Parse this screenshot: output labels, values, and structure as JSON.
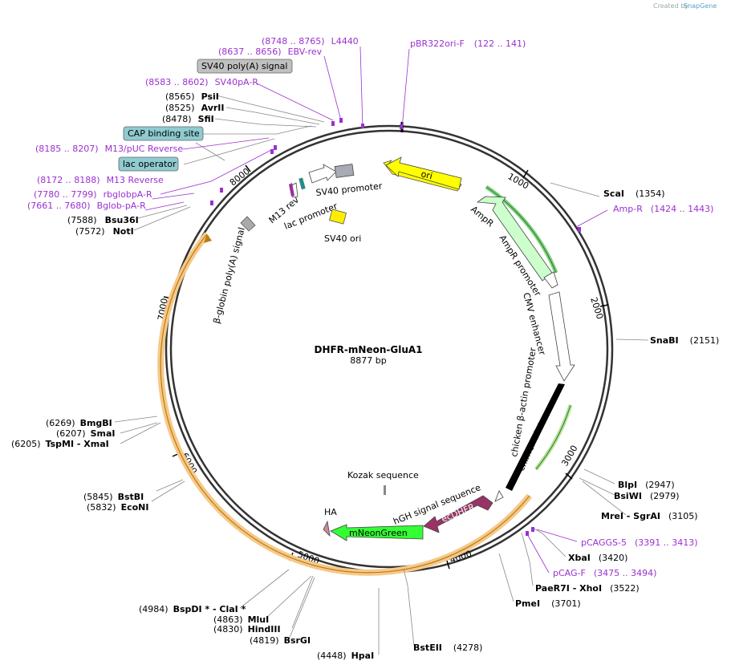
{
  "header": {
    "created_by": "Created by",
    "brand": "SnapGene"
  },
  "plasmid": {
    "name": "DHFR-mNeon-GluA1",
    "size": "8877 bp"
  },
  "scale_ticks": [
    "1000",
    "2000",
    "3000",
    "4000",
    "5000",
    "6000",
    "7000",
    "8000"
  ],
  "features": [
    {
      "name": "ori",
      "color": "#ffff00"
    },
    {
      "name": "AmpR",
      "color": "#ccffcc"
    },
    {
      "name": "AmpR promoter",
      "color": "#ffffff"
    },
    {
      "name": "CMV enhancer",
      "color": "#ffffff"
    },
    {
      "name": "chicken β-actin promoter",
      "color": "#000000"
    },
    {
      "name": "chimeric intron",
      "color": "#ffffff"
    },
    {
      "name": "hGH signal sequence",
      "color": "#ffffff"
    },
    {
      "name": "ecDHFR",
      "color": "#993366"
    },
    {
      "name": "mNeonGreen",
      "color": "#33ff33"
    },
    {
      "name": "HA",
      "color": "#cc8899"
    },
    {
      "name": "Kozak sequence",
      "color": "#888888"
    },
    {
      "name": "β-globin poly(A) signal",
      "color": "#aaaaaa"
    },
    {
      "name": "lac promoter",
      "color": "#ffffff"
    },
    {
      "name": "M13 rev",
      "color": "#993399"
    },
    {
      "name": "SV40 promoter",
      "color": "#ffffff"
    },
    {
      "name": "SV40 ori",
      "color": "#ffee00"
    }
  ],
  "boxed_labels": [
    {
      "text": "SV40 poly(A) signal",
      "color": "#c0c0c0"
    },
    {
      "text": "CAP binding site",
      "color": "#8fcbd0"
    },
    {
      "text": "lac operator",
      "color": "#8fcbd0"
    }
  ],
  "sites": [
    {
      "pos": "(8565)",
      "name": "PsiI"
    },
    {
      "pos": "(8525)",
      "name": "AvrII"
    },
    {
      "pos": "(8478)",
      "name": "SfiI"
    },
    {
      "pos": "(7588)",
      "name": "Bsu36I"
    },
    {
      "pos": "(7572)",
      "name": "NotI"
    },
    {
      "pos": "(1354)",
      "name": "ScaI"
    },
    {
      "pos": "(2151)",
      "name": "SnaBI"
    },
    {
      "pos": "(2947)",
      "name": "BlpI"
    },
    {
      "pos": "(2979)",
      "name": "BsiWI"
    },
    {
      "pos": "(3105)",
      "name": "MreI  - SgrAI"
    },
    {
      "pos": "(3420)",
      "name": "XbaI"
    },
    {
      "pos": "(3522)",
      "name": "PaeR7I  - XhoI"
    },
    {
      "pos": "(3701)",
      "name": "PmeI"
    },
    {
      "pos": "(4278)",
      "name": "BstEII"
    },
    {
      "pos": "(4448)",
      "name": "HpaI"
    },
    {
      "pos": "(4819)",
      "name": "BsrGI"
    },
    {
      "pos": "(4830)",
      "name": "HindIII"
    },
    {
      "pos": "(4863)",
      "name": "MluI"
    },
    {
      "pos": "(4984)",
      "name": "BspDI *  - ClaI *"
    },
    {
      "pos": "(5832)",
      "name": "EcoNI"
    },
    {
      "pos": "(5845)",
      "name": "BstBI"
    },
    {
      "pos": "(6205)",
      "name": "TspMI  - XmaI"
    },
    {
      "pos": "(6207)",
      "name": "SmaI"
    },
    {
      "pos": "(6269)",
      "name": "BmgBI"
    }
  ],
  "primers": [
    {
      "range": "(8748 .. 8765)",
      "name": "L4440"
    },
    {
      "range": "(8637 .. 8656)",
      "name": "EBV-rev"
    },
    {
      "range": "(8583 .. 8602)",
      "name": "SV40pA-R"
    },
    {
      "range": "(8185 .. 8207)",
      "name": "M13/pUC Reverse"
    },
    {
      "range": "(8172 .. 8188)",
      "name": "M13 Reverse"
    },
    {
      "range": "(7780 .. 7799)",
      "name": "rbglobpA-R"
    },
    {
      "range": "(7661 .. 7680)",
      "name": "Bglob-pA-R"
    },
    {
      "range": "(122 .. 141)",
      "name": "pBR322ori-F"
    },
    {
      "range": "(1424 .. 1443)",
      "name": "Amp-R"
    },
    {
      "range": "(3391 .. 3413)",
      "name": "pCAGGS-5"
    },
    {
      "range": "(3475 .. 3494)",
      "name": "pCAG-F"
    }
  ]
}
